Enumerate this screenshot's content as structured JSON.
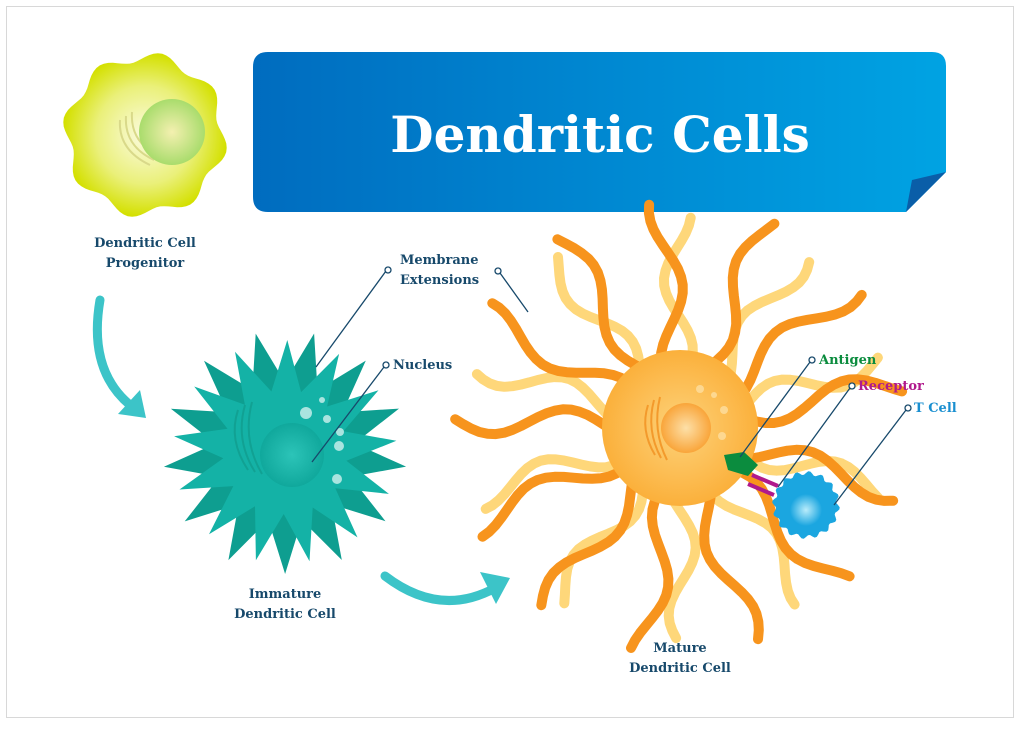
{
  "title": "Dendritic Cells",
  "labels": {
    "progenitor": [
      "Dendritic Cell",
      "Progenitor"
    ],
    "membrane": [
      "Membrane",
      "Extensions"
    ],
    "nucleus": "Nucleus",
    "immature": [
      "Immature",
      "Dendritic Cell"
    ],
    "mature": [
      "Mature",
      "Dendritic Cell"
    ],
    "antigen": "Antigen",
    "receptor": "Receptor",
    "tcell": "T Cell"
  },
  "colors": {
    "banner_start": "#006cbf",
    "banner_end": "#00a3e3",
    "label": "#17496b",
    "antigen": "#0b8c3e",
    "receptor": "#b0198c",
    "tcell": "#1a8fd0",
    "progenitor": "#d4e000",
    "immature": "#14b2a6",
    "mature": "#fbb03b",
    "arrow": "#3cc4c8"
  }
}
